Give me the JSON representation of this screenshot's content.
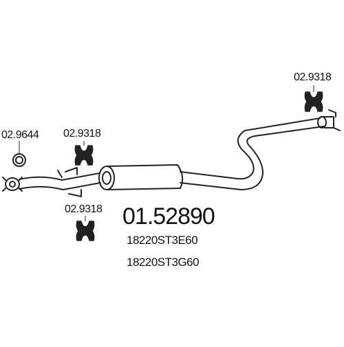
{
  "part_number": "01.52890",
  "oem_numbers": [
    "18220ST3E60",
    "18220ST3G60"
  ],
  "callouts": {
    "gasket": "02.9644",
    "hanger_top_right": "02.9318",
    "hanger_left_upper": "02.9318",
    "hanger_left_lower": "02.9318"
  },
  "colors": {
    "line": "#222222",
    "background": "#ffffff"
  }
}
